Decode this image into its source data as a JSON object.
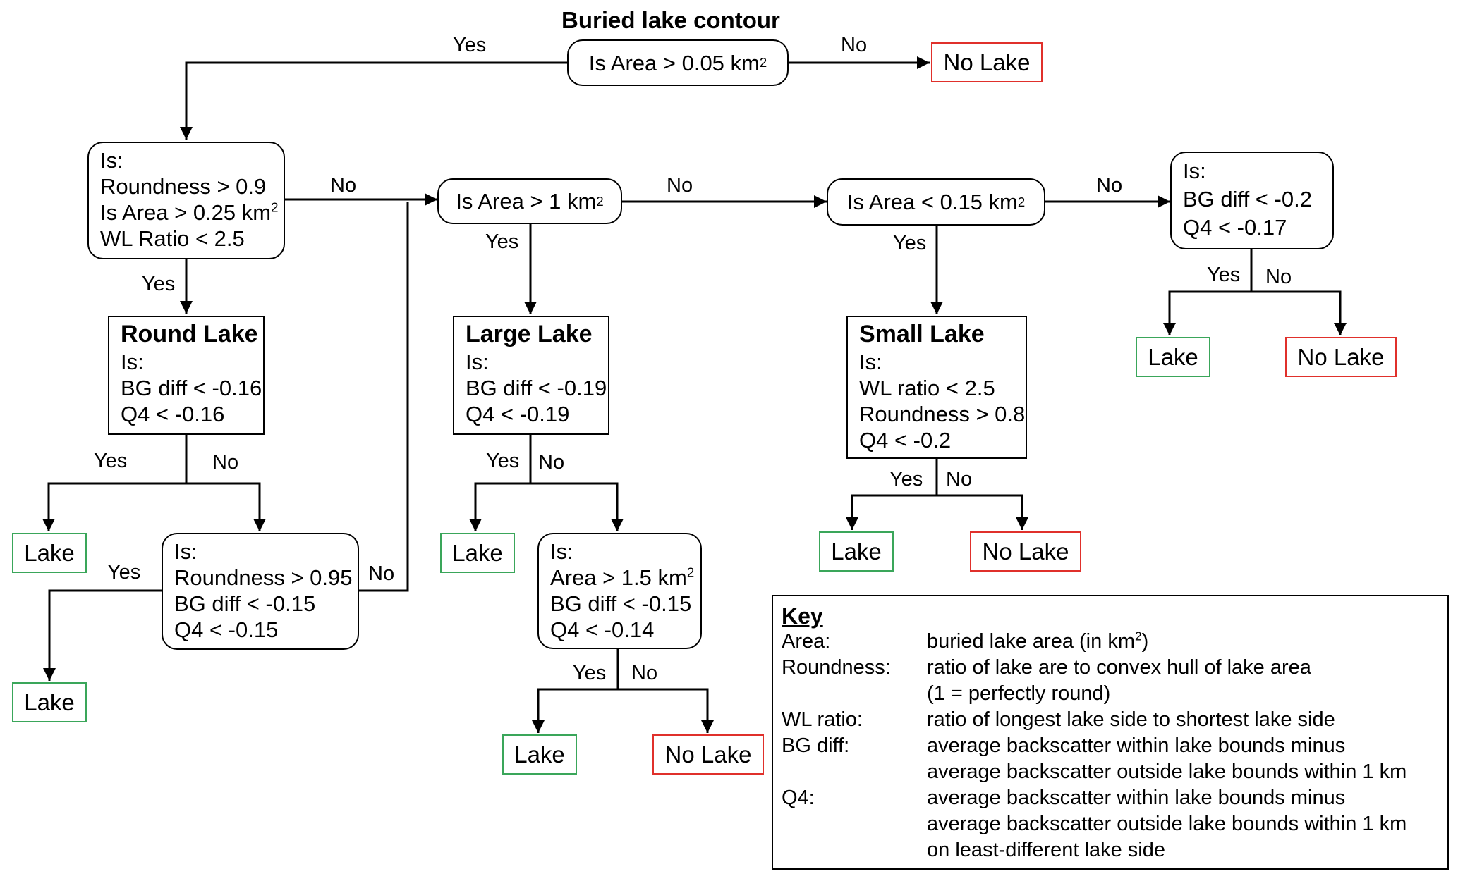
{
  "title": "Buried lake contour",
  "root": {
    "text": "Is Area > 0.05 km",
    "sup": "2"
  },
  "root_no_leaf": "No Lake",
  "n1": {
    "lines": [
      "Is:",
      "Roundness > 0.9",
      "Is Area > 0.25 km",
      "WL Ratio < 2.5"
    ],
    "sup": "2"
  },
  "n2": {
    "text": "Is Area > 1 km",
    "sup": "2"
  },
  "n3": {
    "text": "Is Area < 0.15 km",
    "sup": "2"
  },
  "n4": {
    "lines": [
      "Is:",
      "BG diff < -0.2",
      "Q4 < -0.17"
    ]
  },
  "round": {
    "head": "Round Lake",
    "lines": [
      "Is:",
      "BG diff < -0.16",
      "Q4 < -0.16"
    ]
  },
  "round2": {
    "lines": [
      "Is:",
      "Roundness > 0.95",
      "BG diff < -0.15",
      "Q4 < -0.15"
    ]
  },
  "large": {
    "head": "Large Lake",
    "lines": [
      "Is:",
      "BG diff < -0.19",
      "Q4 < -0.19"
    ]
  },
  "large2": {
    "lines": [
      "Is:",
      "Area > 1.5 km",
      "BG diff < -0.15",
      "Q4 < -0.14"
    ],
    "sup": "2"
  },
  "small": {
    "head": "Small Lake",
    "lines": [
      "Is:",
      "WL ratio < 2.5",
      "Roundness > 0.8",
      "Q4 < -0.2"
    ]
  },
  "leaves": {
    "lake_label": "Lake",
    "nolake_label": "No Lake"
  },
  "edges": {
    "yes": "Yes",
    "no": "No"
  },
  "key": {
    "title": "Key",
    "rows": [
      {
        "term": "Area:",
        "def": [
          "buried lake area (in km",
          ")"
        ],
        "sup": "2"
      },
      {
        "term": "Roundness:",
        "def": [
          "ratio of lake are to convex hull of lake area",
          "(1 = perfectly round)"
        ]
      },
      {
        "term": "WL ratio:",
        "def": [
          "ratio of longest lake side to shortest lake side"
        ]
      },
      {
        "term": "BG diff:",
        "def": [
          "average backscatter within lake bounds minus",
          "average backscatter outside lake bounds within 1 km"
        ]
      },
      {
        "term": "Q4:",
        "def": [
          "average backscatter within lake bounds minus",
          "average backscatter outside lake bounds within 1 km",
          "on least-different lake side"
        ]
      }
    ]
  },
  "colors": {
    "lake_border": "#3aa65a",
    "nolake_border": "#e0302b",
    "line": "#000000"
  }
}
